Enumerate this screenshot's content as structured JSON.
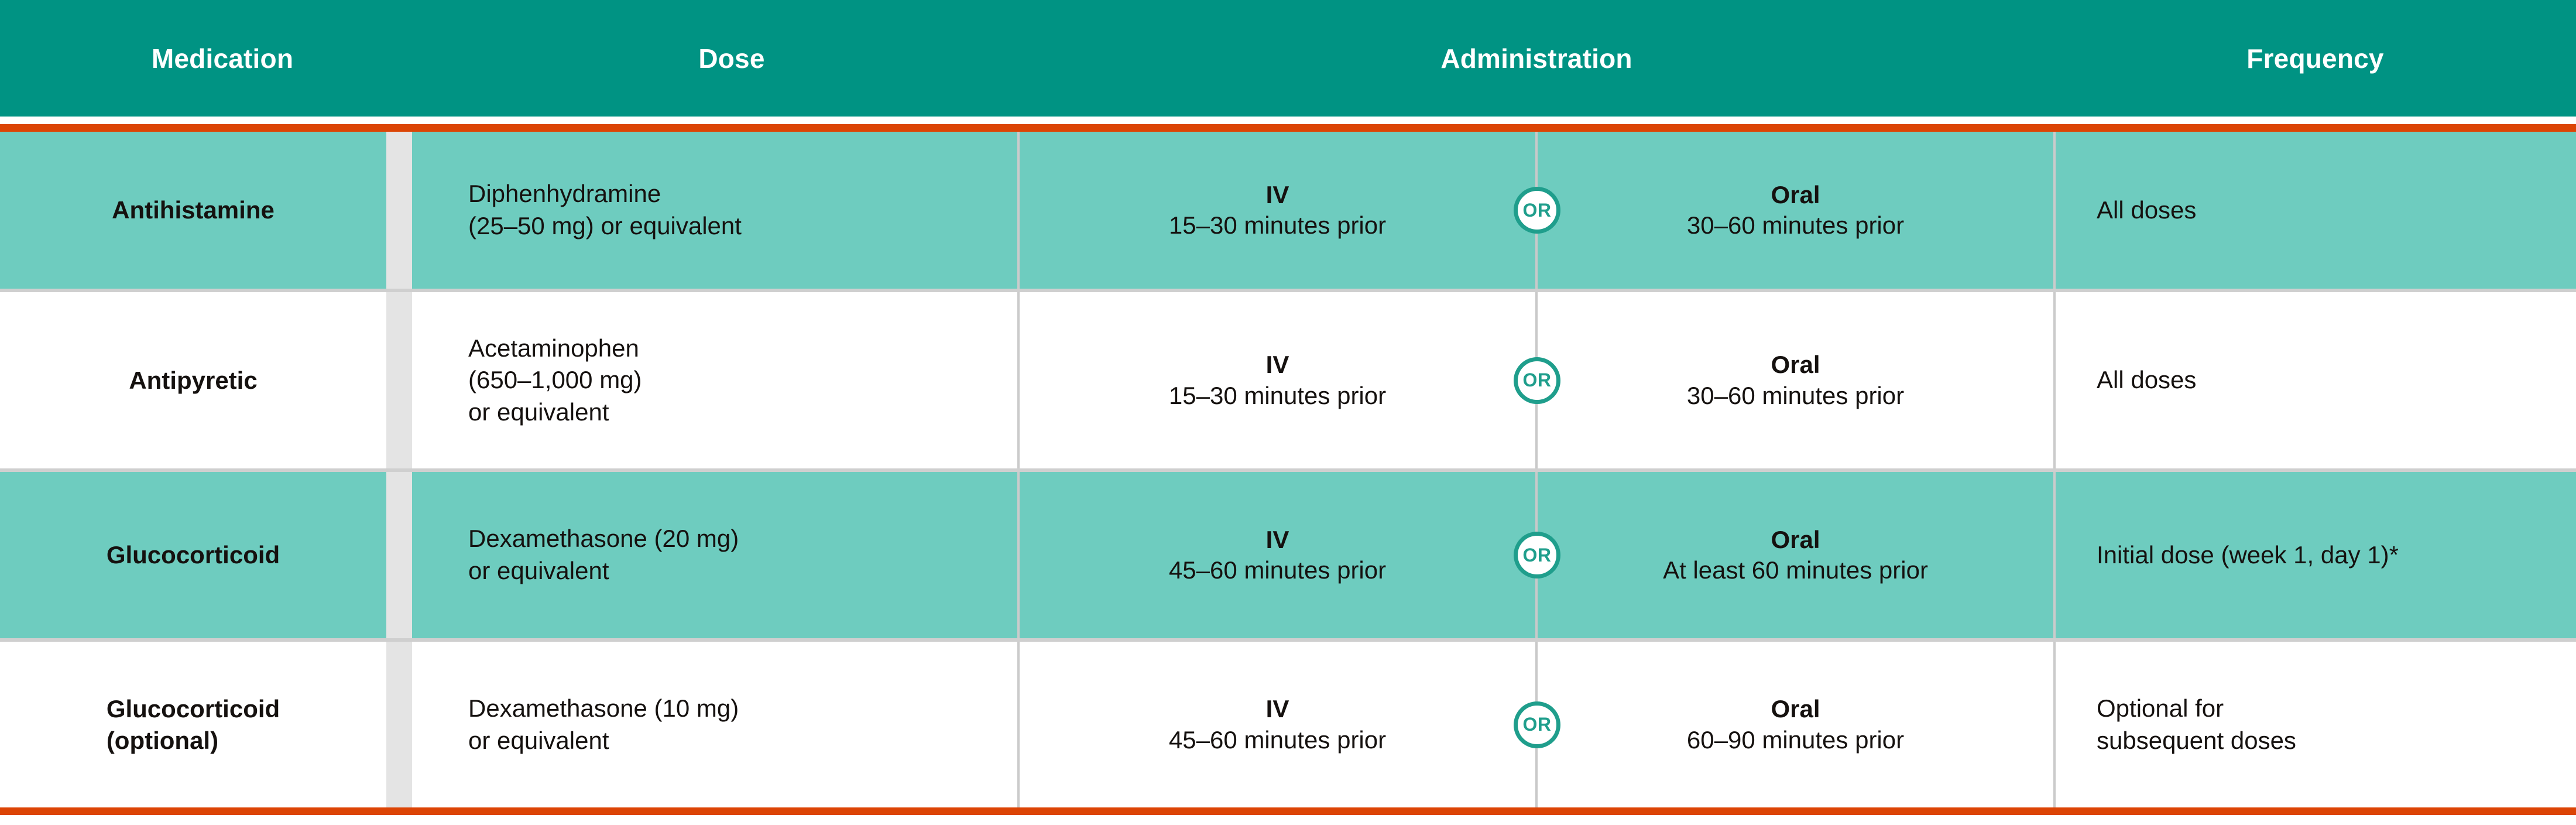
{
  "colors": {
    "header_bg": "#009383",
    "header_text": "#ffffff",
    "rule_orange": "#DC4405",
    "row_tint": "#6ECCBF",
    "row_plain": "#ffffff",
    "row_divider": "#CFCFCF",
    "gap_band": "#E4E4E4",
    "or_badge_ring": "#1F9E8C",
    "or_badge_text": "#1F9E8C",
    "body_text": "#15110f"
  },
  "table": {
    "headers": {
      "medication": "Medication",
      "dose": "Dose",
      "administration": "Administration",
      "frequency": "Frequency"
    },
    "or_label": "OR",
    "footnote_marker": "*",
    "rows": [
      {
        "shaded": true,
        "medication": [
          "Antihistamine"
        ],
        "dose": [
          "Diphenhydramine",
          "(25–50 mg) or equivalent"
        ],
        "administration": {
          "iv": {
            "mode": "IV",
            "timing": "15–30 minutes prior"
          },
          "oral": {
            "mode": "Oral",
            "timing": "30–60 minutes prior"
          }
        },
        "frequency": [
          "All doses"
        ]
      },
      {
        "shaded": false,
        "medication": [
          "Antipyretic"
        ],
        "dose": [
          "Acetaminophen",
          "(650–1,000 mg)",
          "or equivalent"
        ],
        "administration": {
          "iv": {
            "mode": "IV",
            "timing": "15–30 minutes prior"
          },
          "oral": {
            "mode": "Oral",
            "timing": "30–60 minutes prior"
          }
        },
        "frequency": [
          "All doses"
        ]
      },
      {
        "shaded": true,
        "medication": [
          "Glucocorticoid"
        ],
        "dose": [
          "Dexamethasone (20 mg)",
          "or equivalent"
        ],
        "administration": {
          "iv": {
            "mode": "IV",
            "timing": "45–60 minutes prior"
          },
          "oral": {
            "mode": "Oral",
            "timing": "At least 60 minutes prior"
          }
        },
        "frequency": [
          "Initial dose (week 1, day 1)*"
        ]
      },
      {
        "shaded": false,
        "medication": [
          "Glucocorticoid",
          "(optional)"
        ],
        "dose": [
          "Dexamethasone (10 mg)",
          "or equivalent"
        ],
        "administration": {
          "iv": {
            "mode": "IV",
            "timing": "45–60 minutes prior"
          },
          "oral": {
            "mode": "Oral",
            "timing": "60–90 minutes prior"
          }
        },
        "frequency": [
          "Optional for",
          "subsequent doses"
        ]
      }
    ]
  }
}
